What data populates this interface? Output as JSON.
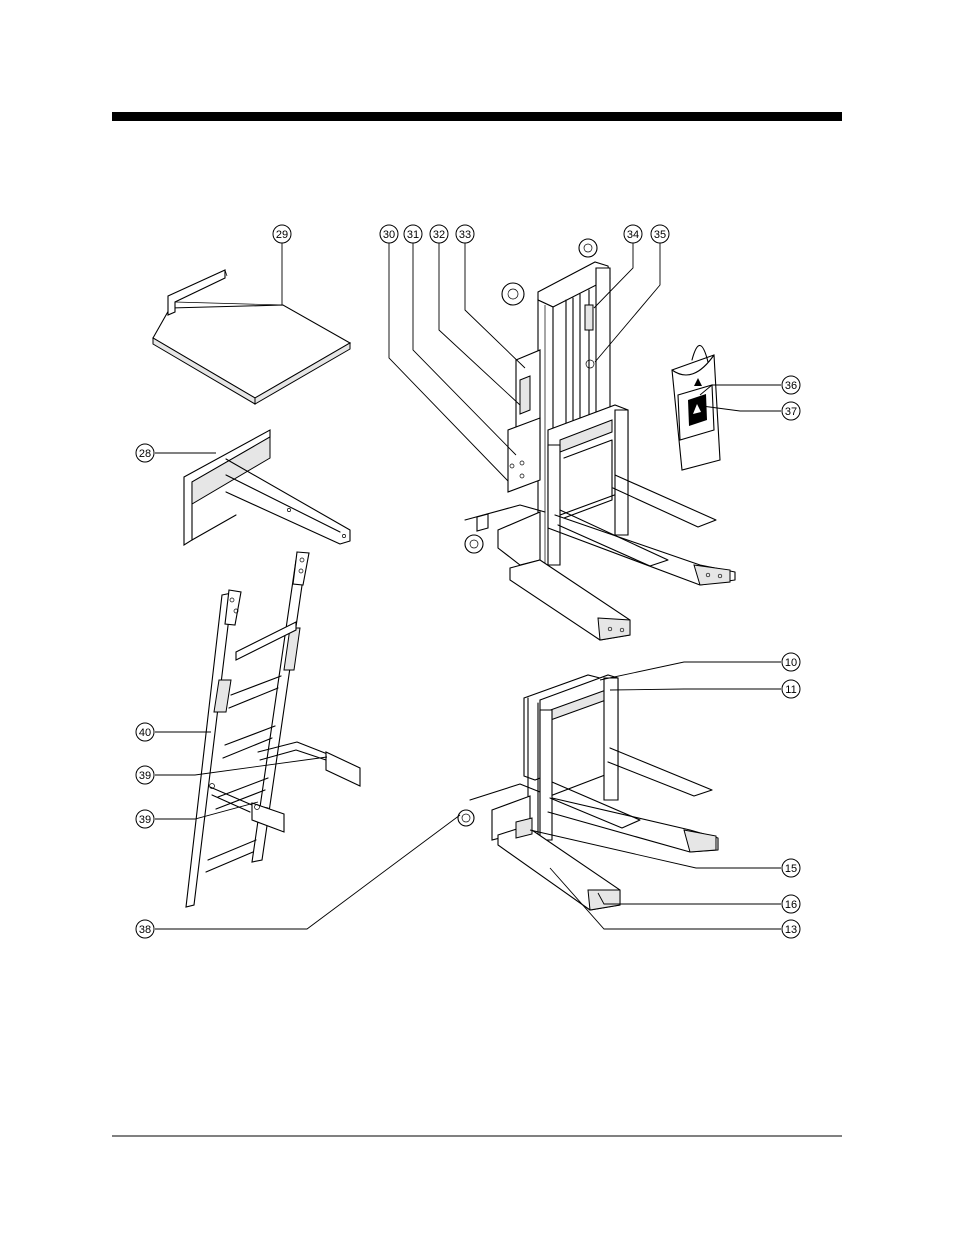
{
  "callouts": [
    {
      "id": "c29",
      "label": "29"
    },
    {
      "id": "c30",
      "label": "30"
    },
    {
      "id": "c31",
      "label": "31"
    },
    {
      "id": "c32",
      "label": "32"
    },
    {
      "id": "c33",
      "label": "33"
    },
    {
      "id": "c34",
      "label": "34"
    },
    {
      "id": "c35",
      "label": "35"
    },
    {
      "id": "c36",
      "label": "36"
    },
    {
      "id": "c37",
      "label": "37"
    },
    {
      "id": "c28",
      "label": "28"
    },
    {
      "id": "c40",
      "label": "40"
    },
    {
      "id": "c39a",
      "label": "39"
    },
    {
      "id": "c39b",
      "label": "39"
    },
    {
      "id": "c38",
      "label": "38"
    },
    {
      "id": "c10",
      "label": "10"
    },
    {
      "id": "c11",
      "label": "11"
    },
    {
      "id": "c15",
      "label": "15"
    },
    {
      "id": "c16",
      "label": "16"
    },
    {
      "id": "c13",
      "label": "13"
    }
  ]
}
